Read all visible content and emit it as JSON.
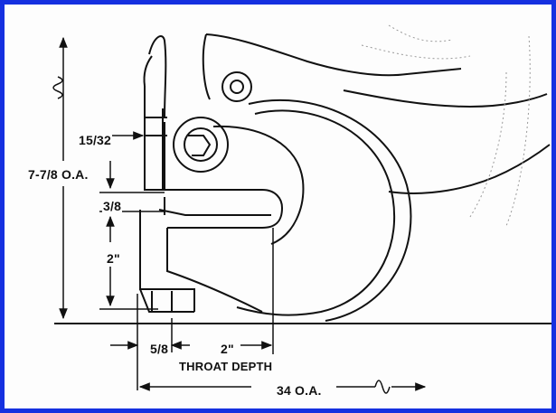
{
  "diagram": {
    "dimensions": {
      "overall_height": "7-7/8 O.A.",
      "upper_offset": "15/32",
      "gap": "3/8",
      "lower_height": "2\"",
      "offset_bottom": "5/8",
      "throat_width": "2\"",
      "throat_caption": "THROAT DEPTH",
      "overall_length": "34 O.A."
    },
    "colors": {
      "frame_border": "#1530e0",
      "ink": "#111111"
    }
  }
}
